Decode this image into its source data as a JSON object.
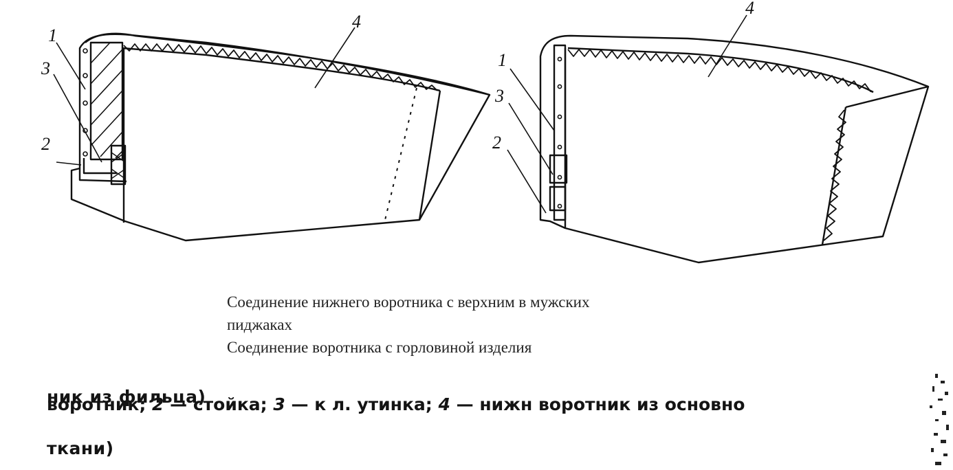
{
  "figure": {
    "left_drawing": {
      "labels": [
        "1",
        "3",
        "2",
        "4"
      ]
    },
    "right_drawing": {
      "labels": [
        "1",
        "3",
        "2",
        "4"
      ]
    }
  },
  "captions": [
    "Соединение нижнего воротника с верхним в мужских",
    "пиджаках",
    "Соединение воротника с горловиной изделия"
  ],
  "scan_text": {
    "line1": "ник из фильца)",
    "line2_parts": [
      "воротник; ",
      "2",
      " — стойка; ",
      "3",
      " — к      л.  утинка; ",
      "4",
      " — нижн    ворoтник из основно"
    ],
    "line3": "ткани)"
  }
}
